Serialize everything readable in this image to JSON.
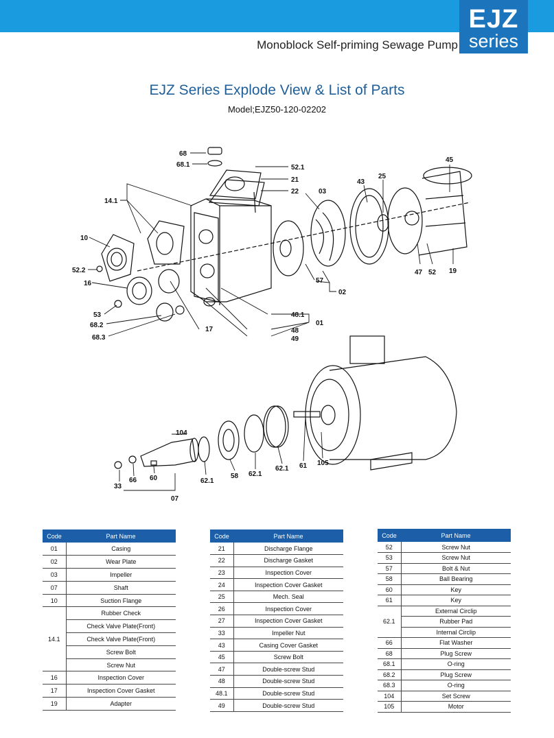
{
  "header": {
    "badge_line1": "EJZ",
    "badge_line2": "series",
    "subtitle": "Monoblock Self-priming Sewage Pump"
  },
  "title": "EJZ Series Explode View & List of Parts",
  "model": "Model;EJZ50-120-02202",
  "colors": {
    "top_bar": "#1a9be0",
    "badge": "#1c75bc",
    "title": "#1f5f99",
    "table_header": "#1c5fa8"
  },
  "diagram_labels": {
    "l68": "68",
    "l681": "68.1",
    "l521": "52.1",
    "l21": "21",
    "l22": "22",
    "l141": "14.1",
    "l03": "03",
    "l43": "43",
    "l25": "25",
    "l45": "45",
    "l10": "10",
    "l522": "52.2",
    "l16": "16",
    "l57": "57",
    "l02": "02",
    "l47": "47",
    "l52": "52",
    "l19": "19",
    "l53": "53",
    "l682": "68.2",
    "l683": "68.3",
    "l17": "17",
    "l481": "48.1",
    "l01": "01",
    "l48": "48",
    "l49": "49",
    "l104": "104",
    "l33": "33",
    "l66": "66",
    "l60": "60",
    "l07": "07",
    "l621a": "62.1",
    "l58": "58",
    "l621b": "62.1",
    "l621c": "62.1",
    "l61": "61",
    "l105": "105"
  },
  "tables": {
    "header_code": "Code",
    "header_part": "Part Name",
    "t1": [
      {
        "code": "01",
        "name": "Casing"
      },
      {
        "code": "02",
        "name": "Wear Plate"
      },
      {
        "code": "03",
        "name": "Impeller"
      },
      {
        "code": "07",
        "name": "Shaft"
      },
      {
        "code": "10",
        "name": "Suction Flange"
      },
      {
        "code": "14.1",
        "names": [
          "Rubber Check",
          "Check Valve Plate(Front)",
          "Check Valve Plate(Front)",
          "Screw Bolt",
          "Screw Nut"
        ]
      },
      {
        "code": "16",
        "name": "Inspection Cover"
      },
      {
        "code": "17",
        "name": "Inspection Cover Gasket"
      },
      {
        "code": "19",
        "name": "Adapter"
      }
    ],
    "t2": [
      {
        "code": "21",
        "name": "Discharge Flange"
      },
      {
        "code": "22",
        "name": "Discharge Gasket"
      },
      {
        "code": "23",
        "name": "Inspection Cover"
      },
      {
        "code": "24",
        "name": "Inspection Cover Gasket"
      },
      {
        "code": "25",
        "name": "Mech. Seal"
      },
      {
        "code": "26",
        "name": "Inspection Cover"
      },
      {
        "code": "27",
        "name": "Inspection Cover Gasket"
      },
      {
        "code": "33",
        "name": "Impeller Nut"
      },
      {
        "code": "43",
        "name": "Casing Cover Gasket"
      },
      {
        "code": "45",
        "name": "Screw Bolt"
      },
      {
        "code": "47",
        "name": "Double-screw Stud"
      },
      {
        "code": "48",
        "name": "Double-screw Stud"
      },
      {
        "code": "48.1",
        "name": "Double-screw Stud"
      },
      {
        "code": "49",
        "name": "Double-screw Stud"
      }
    ],
    "t3": [
      {
        "code": "52",
        "name": "Screw Nut"
      },
      {
        "code": "53",
        "name": "Screw Nut"
      },
      {
        "code": "57",
        "name": "Bolt & Nut"
      },
      {
        "code": "58",
        "name": "Ball Bearing"
      },
      {
        "code": "60",
        "name": "Key"
      },
      {
        "code": "61",
        "name": "Key"
      },
      {
        "code": "62.1",
        "names": [
          "External Circlip",
          "Rubber Pad",
          "Internal Circlip"
        ]
      },
      {
        "code": "66",
        "name": "Flat Washer"
      },
      {
        "code": "68",
        "name": "Plug Screw"
      },
      {
        "code": "68.1",
        "name": "O-ring"
      },
      {
        "code": "68.2",
        "name": "Plug Screw"
      },
      {
        "code": "68.3",
        "name": "O-ring"
      },
      {
        "code": "104",
        "name": "Set Screw"
      },
      {
        "code": "105",
        "name": "Motor"
      }
    ]
  }
}
